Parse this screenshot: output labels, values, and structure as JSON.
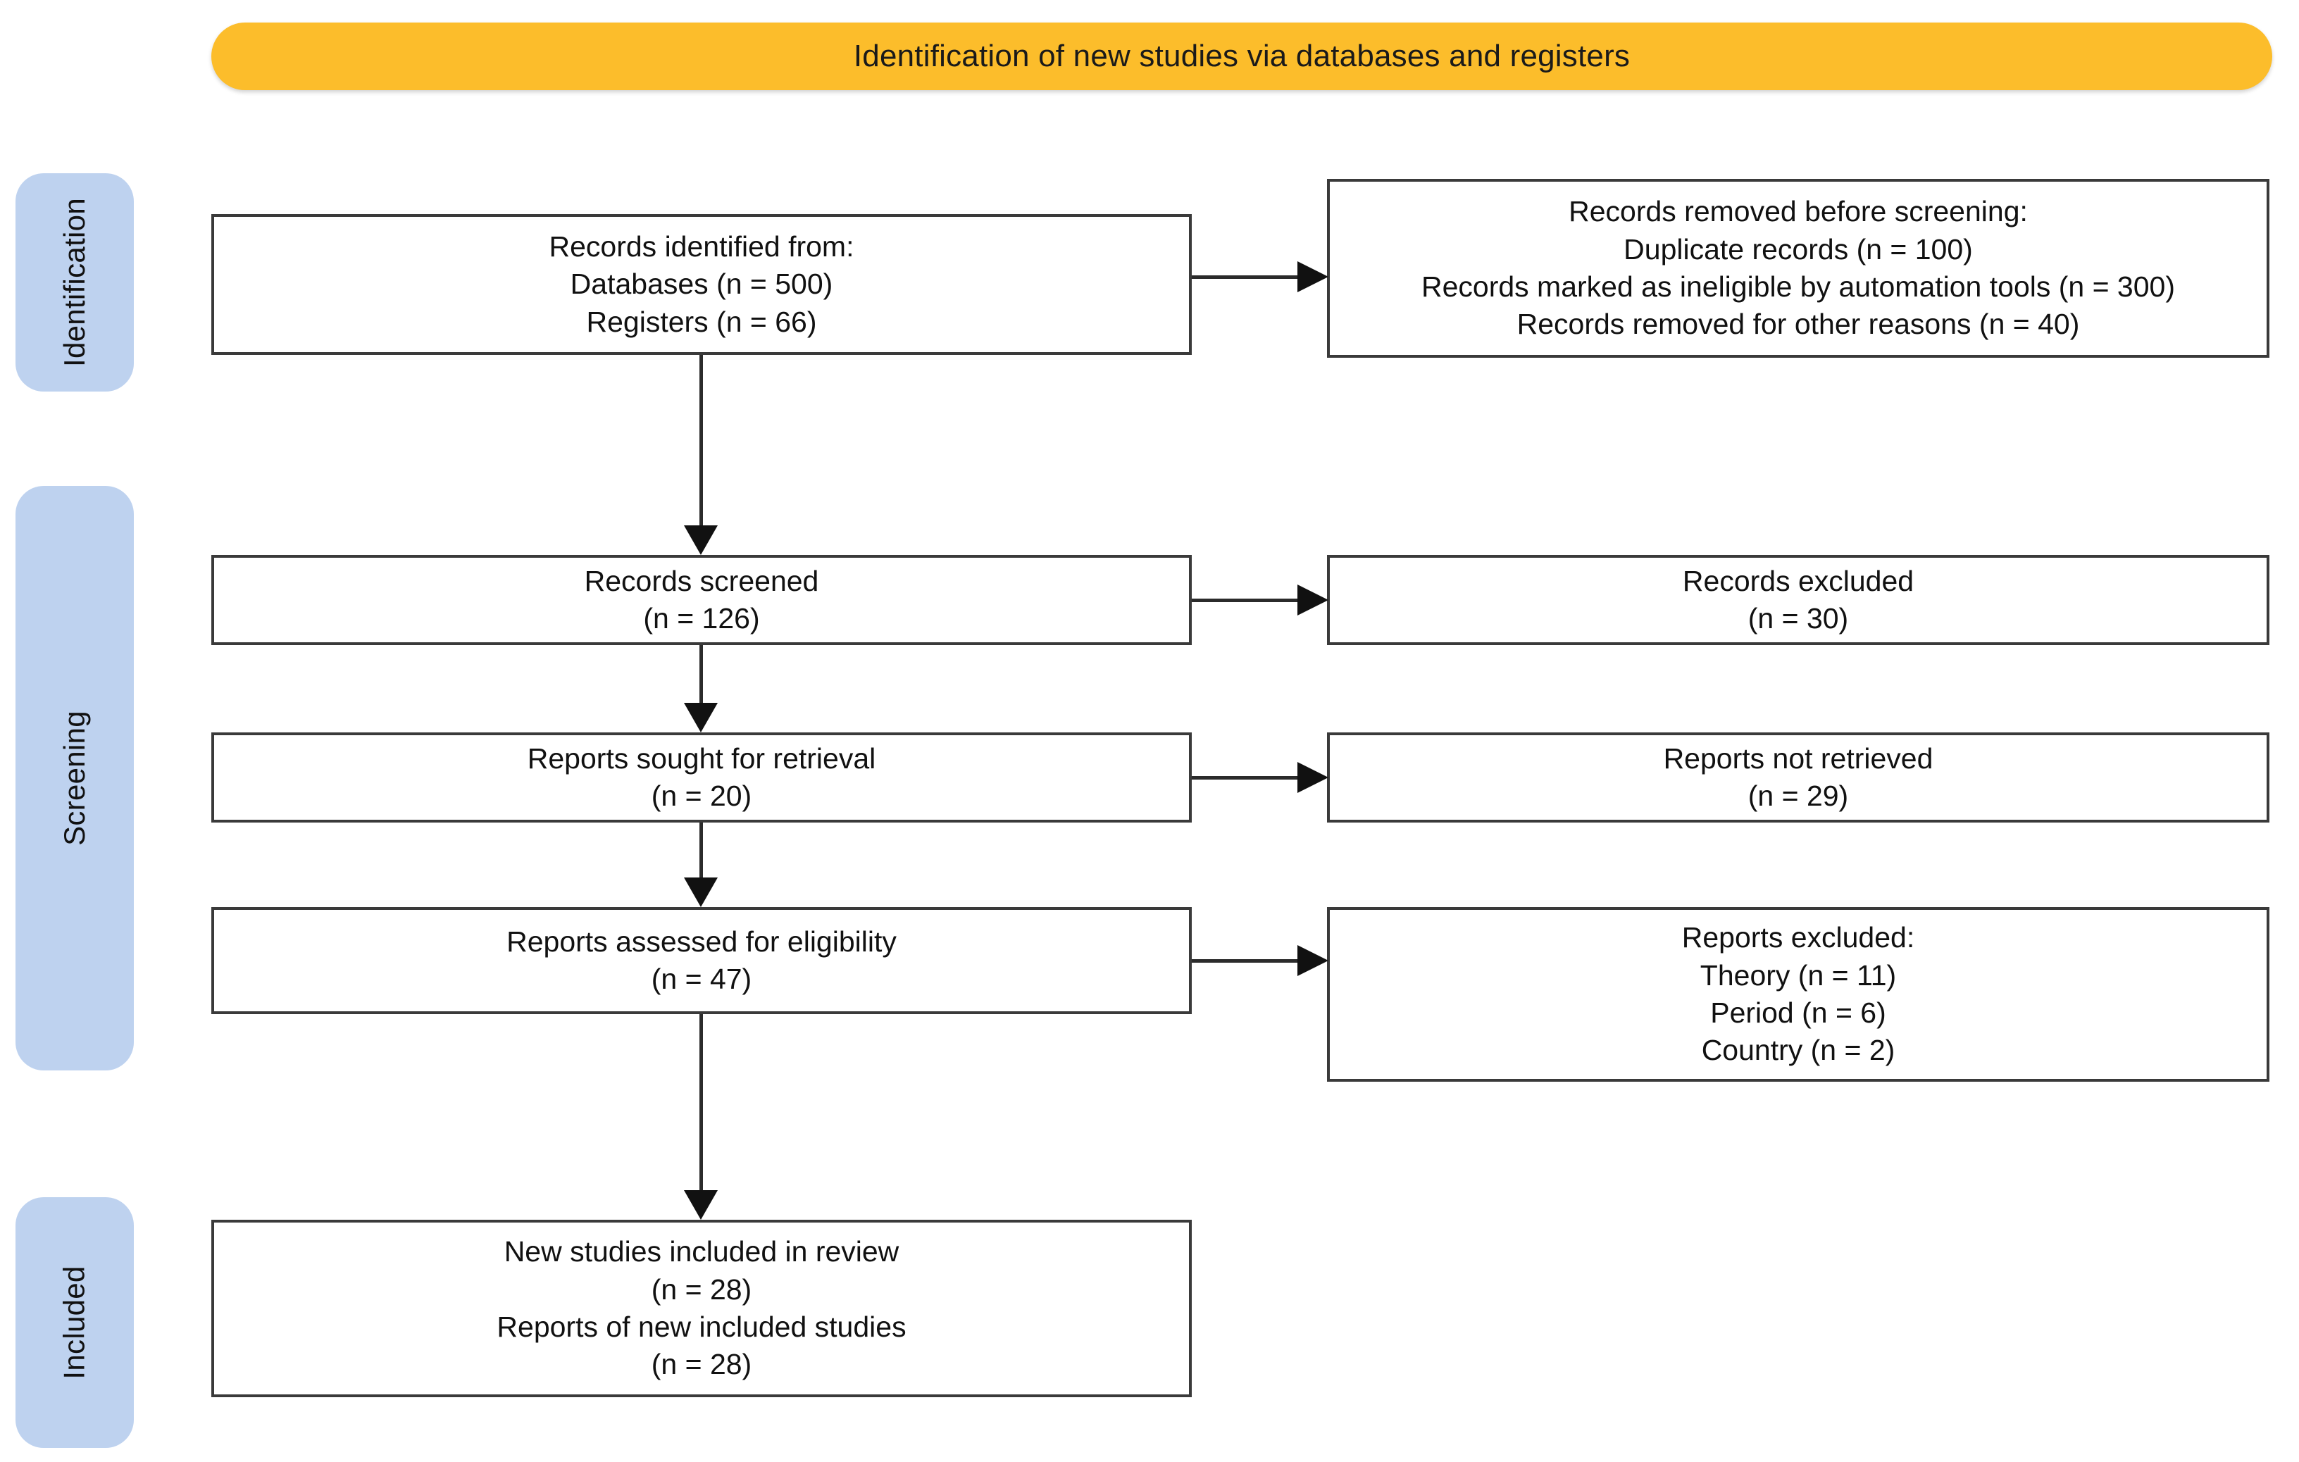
{
  "diagram": {
    "title": "Identification of new studies via databases and registers",
    "banner_color": "#fcbd2b",
    "stage_pill_color": "#bed2ef",
    "box_border_color": "#3a3a3a",
    "connector_color": "#2b2b2b"
  },
  "stages": [
    {
      "key": "identification",
      "label": "Identification"
    },
    {
      "key": "screening",
      "label": "Screening"
    },
    {
      "key": "included",
      "label": "Included"
    }
  ],
  "boxes": {
    "identified": {
      "name": "Records identified from",
      "lines": [
        "Records identified from:",
        "Databases (n = 500)",
        "Registers (n = 66)"
      ]
    },
    "removed": {
      "name": "Records removed before screening",
      "lines": [
        "Records removed before screening:",
        "Duplicate records (n = 100)",
        "Records marked as ineligible by automation tools (n = 300)",
        "Records removed for other reasons (n = 40)"
      ]
    },
    "screened": {
      "name": "Records screened",
      "lines": [
        "Records screened",
        "(n = 126)"
      ]
    },
    "excluded": {
      "name": "Records excluded",
      "lines": [
        "Records excluded",
        "(n = 30)"
      ]
    },
    "sought": {
      "name": "Reports sought for retrieval",
      "lines": [
        "Reports sought for retrieval",
        "(n = 20)"
      ]
    },
    "not_retrieved": {
      "name": "Reports not retrieved",
      "lines": [
        "Reports not retrieved",
        "(n = 29)"
      ]
    },
    "assessed": {
      "name": "Reports assessed for eligibility",
      "lines": [
        "Reports assessed for eligibility",
        "(n = 47)"
      ]
    },
    "reports_excluded": {
      "name": "Reports excluded",
      "lines": [
        "Reports excluded:",
        "Theory (n = 11)",
        "Period (n = 6)",
        "Country (n = 2)"
      ]
    },
    "included": {
      "name": "New studies included in review",
      "lines": [
        "New studies included in review",
        "(n = 28)",
        "Reports of new included studies",
        "(n = 28)"
      ]
    }
  },
  "chart_data": {
    "type": "diagram",
    "title": "Identification of new studies via databases and registers",
    "nodes": [
      {
        "id": "identified",
        "stage": "Identification",
        "column": "left",
        "label": "Records identified from:",
        "values": {
          "Databases": 500,
          "Registers": 66
        }
      },
      {
        "id": "removed",
        "stage": "Identification",
        "column": "right",
        "label": "Records removed before screening:",
        "values": {
          "Duplicate records": 100,
          "Records marked as ineligible by automation tools": 300,
          "Records removed for other reasons": 40
        }
      },
      {
        "id": "screened",
        "stage": "Screening",
        "column": "left",
        "label": "Records screened",
        "values": {
          "n": 126
        }
      },
      {
        "id": "excluded",
        "stage": "Screening",
        "column": "right",
        "label": "Records excluded",
        "values": {
          "n": 30
        }
      },
      {
        "id": "sought",
        "stage": "Screening",
        "column": "left",
        "label": "Reports sought for retrieval",
        "values": {
          "n": 20
        }
      },
      {
        "id": "not_retrieved",
        "stage": "Screening",
        "column": "right",
        "label": "Reports not retrieved",
        "values": {
          "n": 29
        }
      },
      {
        "id": "assessed",
        "stage": "Screening",
        "column": "left",
        "label": "Reports assessed for eligibility",
        "values": {
          "n": 47
        }
      },
      {
        "id": "reports_excluded",
        "stage": "Screening",
        "column": "right",
        "label": "Reports excluded:",
        "values": {
          "Theory": 11,
          "Period": 6,
          "Country": 2
        }
      },
      {
        "id": "included",
        "stage": "Included",
        "column": "left",
        "label": "New studies included in review",
        "values": {
          "New studies included in review": 28,
          "Reports of new included studies": 28
        }
      }
    ],
    "edges": [
      {
        "from": "identified",
        "to": "removed",
        "direction": "right"
      },
      {
        "from": "identified",
        "to": "screened",
        "direction": "down"
      },
      {
        "from": "screened",
        "to": "excluded",
        "direction": "right"
      },
      {
        "from": "screened",
        "to": "sought",
        "direction": "down"
      },
      {
        "from": "sought",
        "to": "not_retrieved",
        "direction": "right"
      },
      {
        "from": "sought",
        "to": "assessed",
        "direction": "down"
      },
      {
        "from": "assessed",
        "to": "reports_excluded",
        "direction": "right"
      },
      {
        "from": "assessed",
        "to": "included",
        "direction": "down"
      }
    ]
  }
}
